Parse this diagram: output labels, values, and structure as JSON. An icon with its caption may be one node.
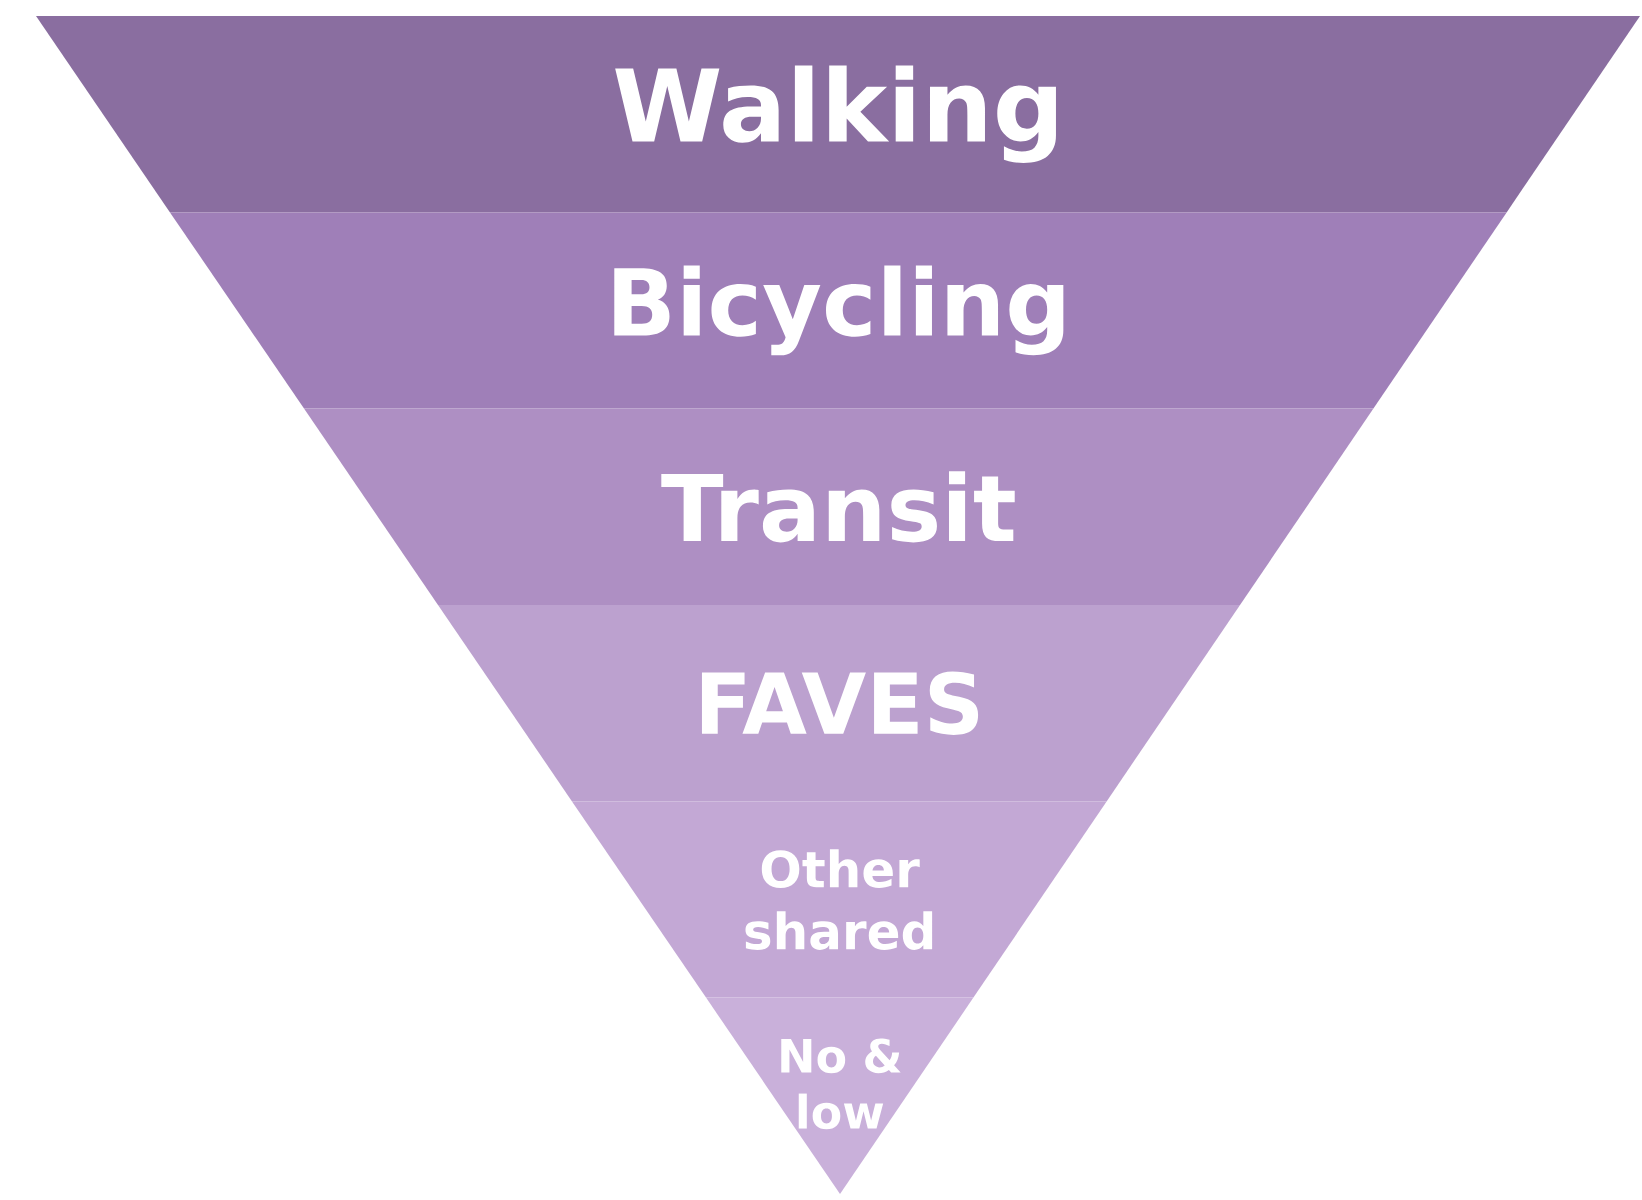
{
  "diagram": {
    "nodes": [
      {
        "text": [
          "Walking"
        ]
      },
      {
        "text": [
          "Bicycling"
        ]
      },
      {
        "text": [
          "Transit"
        ]
      },
      {
        "text": [
          "FAVES"
        ]
      },
      {
        "text": [
          "Other shared"
        ]
      },
      {
        "text": [
          "No & low"
        ]
      }
    ]
  }
}
